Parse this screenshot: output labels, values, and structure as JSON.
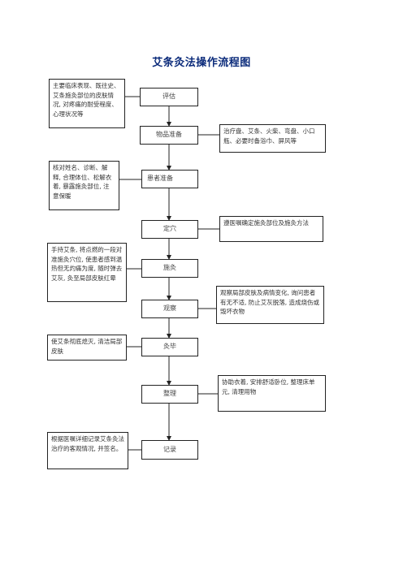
{
  "title": "艾条灸法操作流程图",
  "steps": [
    {
      "label": "评估"
    },
    {
      "label": "物品准备"
    },
    {
      "label": "患者准备"
    },
    {
      "label": "定穴"
    },
    {
      "label": "施灸"
    },
    {
      "label": "观察"
    },
    {
      "label": "灸毕"
    },
    {
      "label": "整理"
    },
    {
      "label": "记录"
    }
  ],
  "notes": {
    "assess": "主要临床表现、既往史、艾条施灸部位的皮肤情况, 对疼痛的耐受程度、心理状况等",
    "supplies": "治疗盘、艾条、火柴、弯盘、小口瓶、必要时备浴巾、屏风等",
    "patient": "核对姓名、诊断、解释, 合理体位、松解衣着, 暴露施灸部位, 注意保暖",
    "acupoint": "遵医嘱确定施灸部位及施灸方法",
    "moxibustion": "手持艾条, 将点燃的一段对准施灸穴位, 使患者感到温热但无灼痛为度, 随时弹去艾灰, 灸至局部皮肤红晕",
    "observe": "观察局部皮肤及病情变化, 询问患者有无不适, 防止艾灰脱落, 造成烧伤或毁坏衣物",
    "finish": "使艾条彻底熄灭, 清洁局部皮肤",
    "tidy": "协助衣着, 安排舒适卧位, 整理床单元, 清理用物",
    "record": "根据医嘱详细记录艾条灸法治疗的客观情况, 并签名。"
  }
}
